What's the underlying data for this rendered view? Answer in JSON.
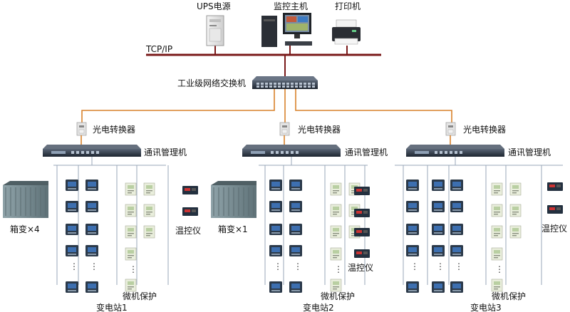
{
  "top": {
    "ups_label": "UPS电源",
    "host_label": "监控主机",
    "printer_label": "打印机",
    "network_label": "TCP/IP",
    "switch_label": "工业级网络交换机"
  },
  "stations": [
    {
      "converter_label": "光电转换器",
      "manager_label": "通讯管理机",
      "box_label": "箱变×4",
      "temp_label": "温控仪",
      "protection_label": "微机保护",
      "station_label": "变电站1"
    },
    {
      "converter_label": "光电转换器",
      "manager_label": "通讯管理机",
      "box_label": "箱变×1",
      "temp_label": "温控仪",
      "protection_label": "微机保护",
      "station_label": "变电站2"
    },
    {
      "converter_label": "光电转换器",
      "manager_label": "通讯管理机",
      "temp_label": "温控仪",
      "protection_label": "微机保护",
      "station_label": "变电站3"
    }
  ],
  "colors": {
    "tcp_line": "#7a1a1a",
    "fiber_line": "#d9822b",
    "bus_line": "#9aa7b8",
    "meter_body": "#2c3a4a",
    "meter_screen": "#3d6fb0",
    "relay_body": "#e9eedc",
    "relay_screen": "#b9cfa2",
    "device_dark": "#23303f",
    "box_substation": "#7f9197"
  },
  "icons": {
    "ups": "ups-cabinet-icon",
    "host": "computer-workstation-icon",
    "printer": "printer-icon",
    "switch": "network-switch-icon",
    "converter": "media-converter-icon",
    "manager": "communication-manager-icon",
    "meter": "power-meter-icon",
    "relay": "protection-relay-icon",
    "temp": "temperature-controller-icon",
    "box": "box-substation-icon"
  }
}
